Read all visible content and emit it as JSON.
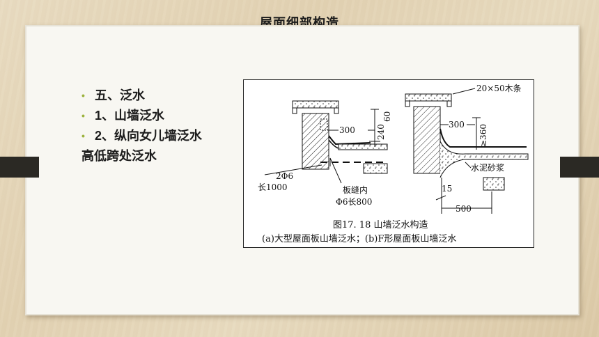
{
  "slide": {
    "title": "屋面细部构造",
    "bullets": [
      {
        "text": "五、泛水"
      },
      {
        "text": "1、山墙泛水"
      },
      {
        "text": "2、纵向女儿墙泛水",
        "continuation": "高低跨处泛水"
      }
    ]
  },
  "figure": {
    "left_labels": {
      "dim_300": "300",
      "dim_240": "240",
      "dim_60": "60",
      "rebar": "2Φ6",
      "rebar_len": "长1000",
      "seam": "板缝内",
      "seam_rebar": "Φ6长800"
    },
    "right_labels": {
      "wood_strip": "20×50木条",
      "dim_300": "300",
      "dim_360": "≥360",
      "mortar": "水泥砂浆",
      "dim_15": "15",
      "dim_500": "500"
    },
    "caption": "图17. 18  山墙泛水构造",
    "subcaption": "(a)大型屋面板山墙泛水；(b)F形屋面板山墙泛水"
  },
  "colors": {
    "bullet_dot": "#9cb23e",
    "dark_tab": "#2b2924",
    "card_bg": "#f8f7f2"
  }
}
